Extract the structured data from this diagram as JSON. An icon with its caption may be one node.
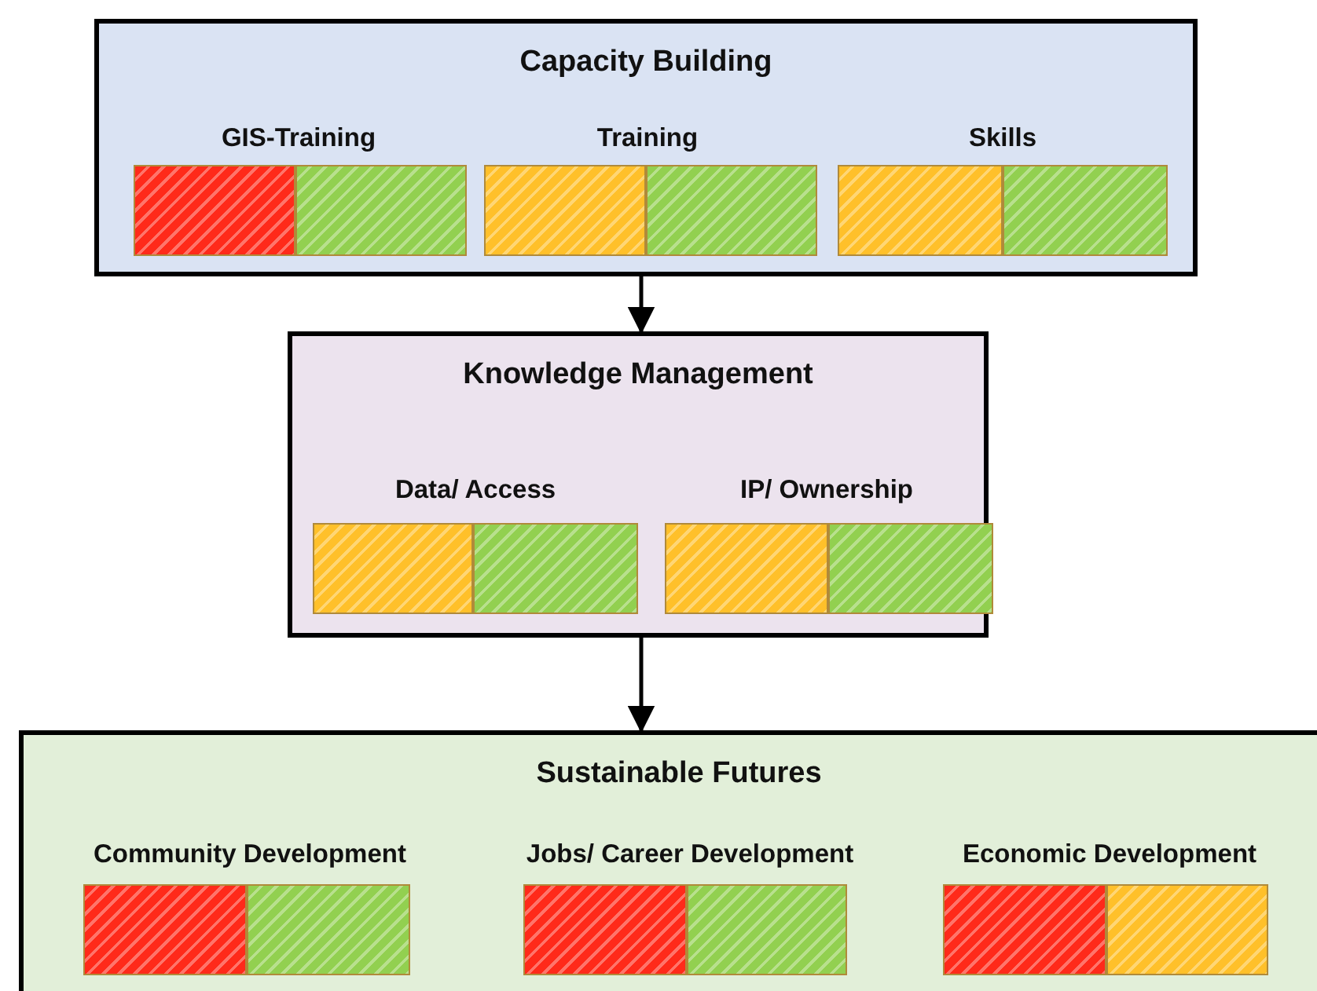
{
  "diagram": {
    "nodes": [
      {
        "text": [
          "Capacity Building"
        ]
      },
      {
        "text": [
          "GIS-Training"
        ],
        "in": 0
      },
      {
        "text": [],
        "shape": "bar",
        "in": 1
      },
      {
        "text": [],
        "shape": "bar",
        "in": 1
      },
      {
        "text": [
          "Training"
        ],
        "in": 0
      },
      {
        "text": [],
        "shape": "bar",
        "in": 4
      },
      {
        "text": [],
        "shape": "bar",
        "in": 4
      },
      {
        "text": [
          "Skills"
        ],
        "in": 0
      },
      {
        "text": [],
        "shape": "bar",
        "in": 7
      },
      {
        "text": [],
        "shape": "bar",
        "in": 7
      },
      {
        "text": [
          "Knowledge Management"
        ]
      },
      {
        "text": [
          "Data/ Access"
        ],
        "in": 10
      },
      {
        "text": [],
        "shape": "bar",
        "in": 11
      },
      {
        "text": [],
        "shape": "bar",
        "in": 11
      },
      {
        "text": [
          "IP/ Ownership"
        ],
        "in": 10
      },
      {
        "text": [],
        "shape": "bar",
        "in": 14
      },
      {
        "text": [],
        "shape": "bar",
        "in": 14
      },
      {
        "text": [
          "Sustainable Futures"
        ]
      },
      {
        "text": [
          "Community Development"
        ],
        "in": 17
      },
      {
        "text": [],
        "shape": "bar",
        "in": 18
      },
      {
        "text": [],
        "shape": "bar",
        "in": 18
      },
      {
        "text": [
          "Jobs/ Career Development"
        ],
        "in": 17
      },
      {
        "text": [],
        "shape": "bar",
        "in": 21
      },
      {
        "text": [],
        "shape": "bar",
        "in": 21
      },
      {
        "text": [
          "Economic Development"
        ],
        "in": 17
      },
      {
        "text": [],
        "shape": "bar",
        "in": 24
      },
      {
        "text": [],
        "shape": "bar",
        "in": 24
      }
    ],
    "edges": [
      {
        "from": 0,
        "to": 10,
        "arrow": "to"
      },
      {
        "from": 10,
        "to": 17,
        "arrow": "to"
      }
    ]
  }
}
